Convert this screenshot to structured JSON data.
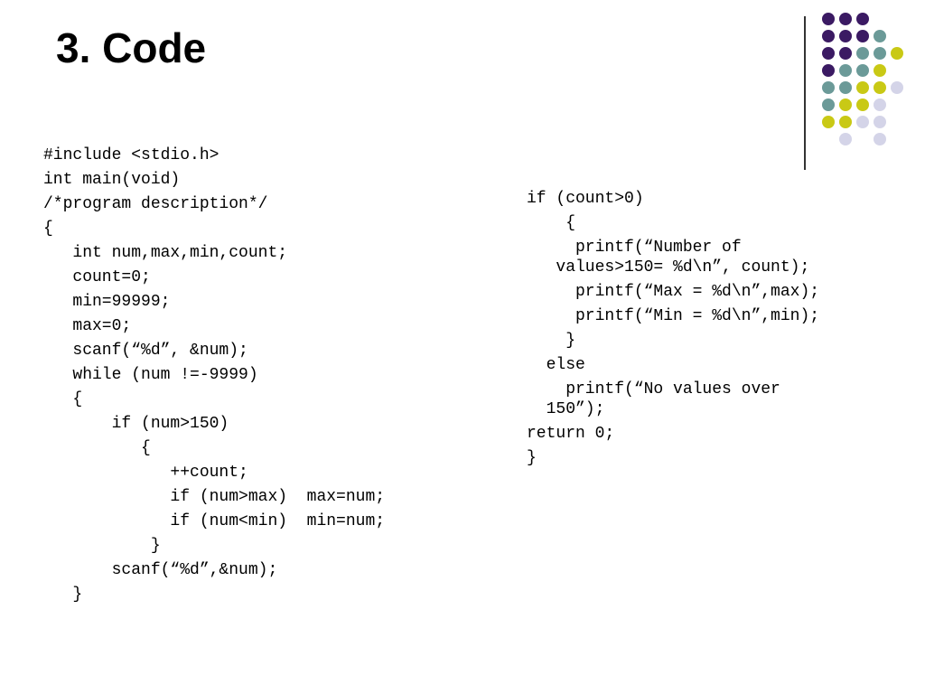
{
  "slide": {
    "title": "3. Code"
  },
  "colors": {
    "purple": "#3b1a63",
    "teal": "#6b9a98",
    "yellow": "#c9c915",
    "lavender": "#d4d4e8"
  },
  "decor": {
    "rows": [
      [
        "purple",
        "purple",
        "purple",
        null,
        null
      ],
      [
        "purple",
        "purple",
        "purple",
        "teal",
        null
      ],
      [
        "purple",
        "purple",
        "teal",
        "teal",
        "yellow"
      ],
      [
        "purple",
        "teal",
        "teal",
        "yellow",
        null
      ],
      [
        "teal",
        "teal",
        "yellow",
        "yellow",
        "lavender"
      ],
      [
        "teal",
        "yellow",
        "yellow",
        "lavender",
        null
      ],
      [
        "yellow",
        "yellow",
        "lavender",
        "lavender",
        null
      ],
      [
        null,
        "lavender",
        null,
        "lavender",
        null
      ]
    ]
  },
  "code_left": [
    "#include <stdio.h>",
    "int main(void)",
    "/*program description*/",
    "{",
    "   int num,max,min,count;",
    "   count=0;",
    "   min=99999;",
    "   max=0;",
    "   scanf(“%d”, &num);",
    "   while (num !=-9999)",
    "   {",
    "       if (num>150)",
    "          {",
    "             ++count;",
    "             if (num>max)  max=num;",
    "             if (num<min)  min=num;",
    "           }",
    "       scanf(“%d”,&num);",
    "   }"
  ],
  "code_right": [
    "if (count>0)",
    "    {",
    "     printf(“Number of",
    "   values>150= %d\\n”, count);",
    "     printf(“Max = %d\\n”,max);",
    "     printf(“Min = %d\\n”,min);",
    "    }",
    "  else",
    "    printf(“No values over",
    "  150”);",
    "return 0;",
    "}"
  ]
}
